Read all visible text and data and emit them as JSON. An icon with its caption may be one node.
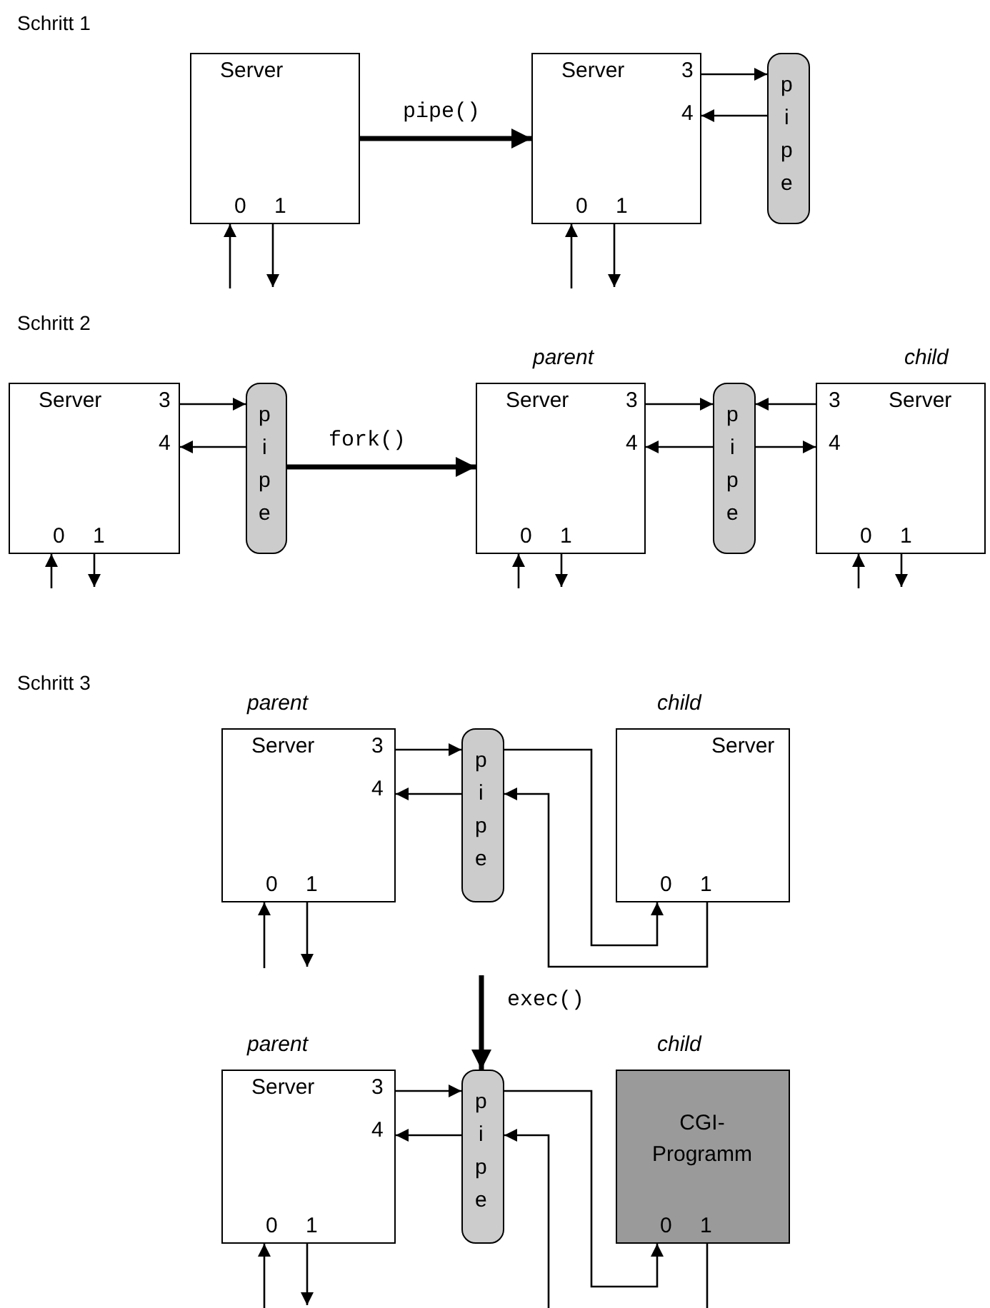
{
  "diagram": {
    "nodes": [
      {
        "text": [
          "Server",
          "0",
          "1"
        ]
      },
      {
        "text": [
          "Server",
          "3",
          "4",
          "0",
          "1"
        ]
      },
      {
        "text": [
          "p i p e"
        ]
      },
      {
        "text": [
          "Server",
          "3",
          "4",
          "0",
          "1"
        ]
      },
      {
        "text": [
          "p i p e"
        ]
      },
      {
        "text": [
          "Server",
          "3",
          "4",
          "0",
          "1"
        ],
        "beside": [
          "parent"
        ]
      },
      {
        "text": [
          "p i p e"
        ]
      },
      {
        "text": [
          "3",
          "Server",
          "4",
          "0",
          "1"
        ],
        "beside": [
          "child"
        ]
      },
      {
        "text": [
          "Server",
          "3",
          "4",
          "0",
          "1"
        ],
        "beside": [
          "parent"
        ]
      },
      {
        "text": [
          "p i p e"
        ]
      },
      {
        "text": [
          "Server",
          "0",
          "1"
        ],
        "beside": [
          "child"
        ]
      },
      {
        "text": [
          "Server",
          "3",
          "4",
          "0",
          "1"
        ],
        "beside": [
          "parent"
        ]
      },
      {
        "text": [
          "p i p e"
        ]
      },
      {
        "text": [
          "CGI- Programm",
          "0",
          "1"
        ],
        "beside": [
          "child"
        ]
      }
    ],
    "edges": [
      {
        "from": null,
        "to": 0,
        "arrow": "to"
      },
      {
        "from": 0,
        "to": null,
        "arrow": "to"
      },
      {
        "from": 0,
        "to": 1,
        "arrow": "to",
        "label": "pipe()",
        "style": "thick"
      },
      {
        "from": 1,
        "to": 2,
        "arrow": "to"
      },
      {
        "from": 2,
        "to": 1,
        "arrow": "to"
      },
      {
        "from": null,
        "to": 1,
        "arrow": "to"
      },
      {
        "from": 1,
        "to": null,
        "arrow": "to"
      },
      {
        "from": 3,
        "to": 4,
        "arrow": "to"
      },
      {
        "from": 4,
        "to": 3,
        "arrow": "to"
      },
      {
        "from": null,
        "to": 3,
        "arrow": "to"
      },
      {
        "from": 3,
        "to": null,
        "arrow": "to"
      },
      {
        "from": 4,
        "to": 5,
        "arrow": "to",
        "label": "fork()",
        "style": "thick"
      },
      {
        "from": 5,
        "to": 6,
        "arrow": "to"
      },
      {
        "from": 6,
        "to": 5,
        "arrow": "to"
      },
      {
        "from": 7,
        "to": 6,
        "arrow": "to"
      },
      {
        "from": 6,
        "to": 7,
        "arrow": "to"
      },
      {
        "from": null,
        "to": 5,
        "arrow": "to"
      },
      {
        "from": 5,
        "to": null,
        "arrow": "to"
      },
      {
        "from": null,
        "to": 7,
        "arrow": "to"
      },
      {
        "from": 7,
        "to": null,
        "arrow": "to"
      },
      {
        "from": 8,
        "to": 9,
        "arrow": "to"
      },
      {
        "from": 9,
        "to": 8,
        "arrow": "to"
      },
      {
        "from": 9,
        "to": 10,
        "arrow": "to"
      },
      {
        "from": 10,
        "to": 9,
        "arrow": "to"
      },
      {
        "from": null,
        "to": 8,
        "arrow": "to"
      },
      {
        "from": 8,
        "to": null,
        "arrow": "to"
      },
      {
        "from": null,
        "to": 12,
        "arrow": "to",
        "label": "exec()",
        "style": "thick"
      },
      {
        "from": 11,
        "to": 12,
        "arrow": "to"
      },
      {
        "from": 12,
        "to": 11,
        "arrow": "to"
      },
      {
        "from": 12,
        "to": 13,
        "arrow": "to"
      },
      {
        "from": 13,
        "to": null,
        "arrow": "none"
      },
      {
        "from": null,
        "to": 12,
        "arrow": "to"
      },
      {
        "from": null,
        "to": 11,
        "arrow": "to"
      },
      {
        "from": 11,
        "to": null,
        "arrow": "to"
      }
    ],
    "labels": [
      "Schritt 1",
      "Schritt 2",
      "Schritt 3"
    ]
  }
}
